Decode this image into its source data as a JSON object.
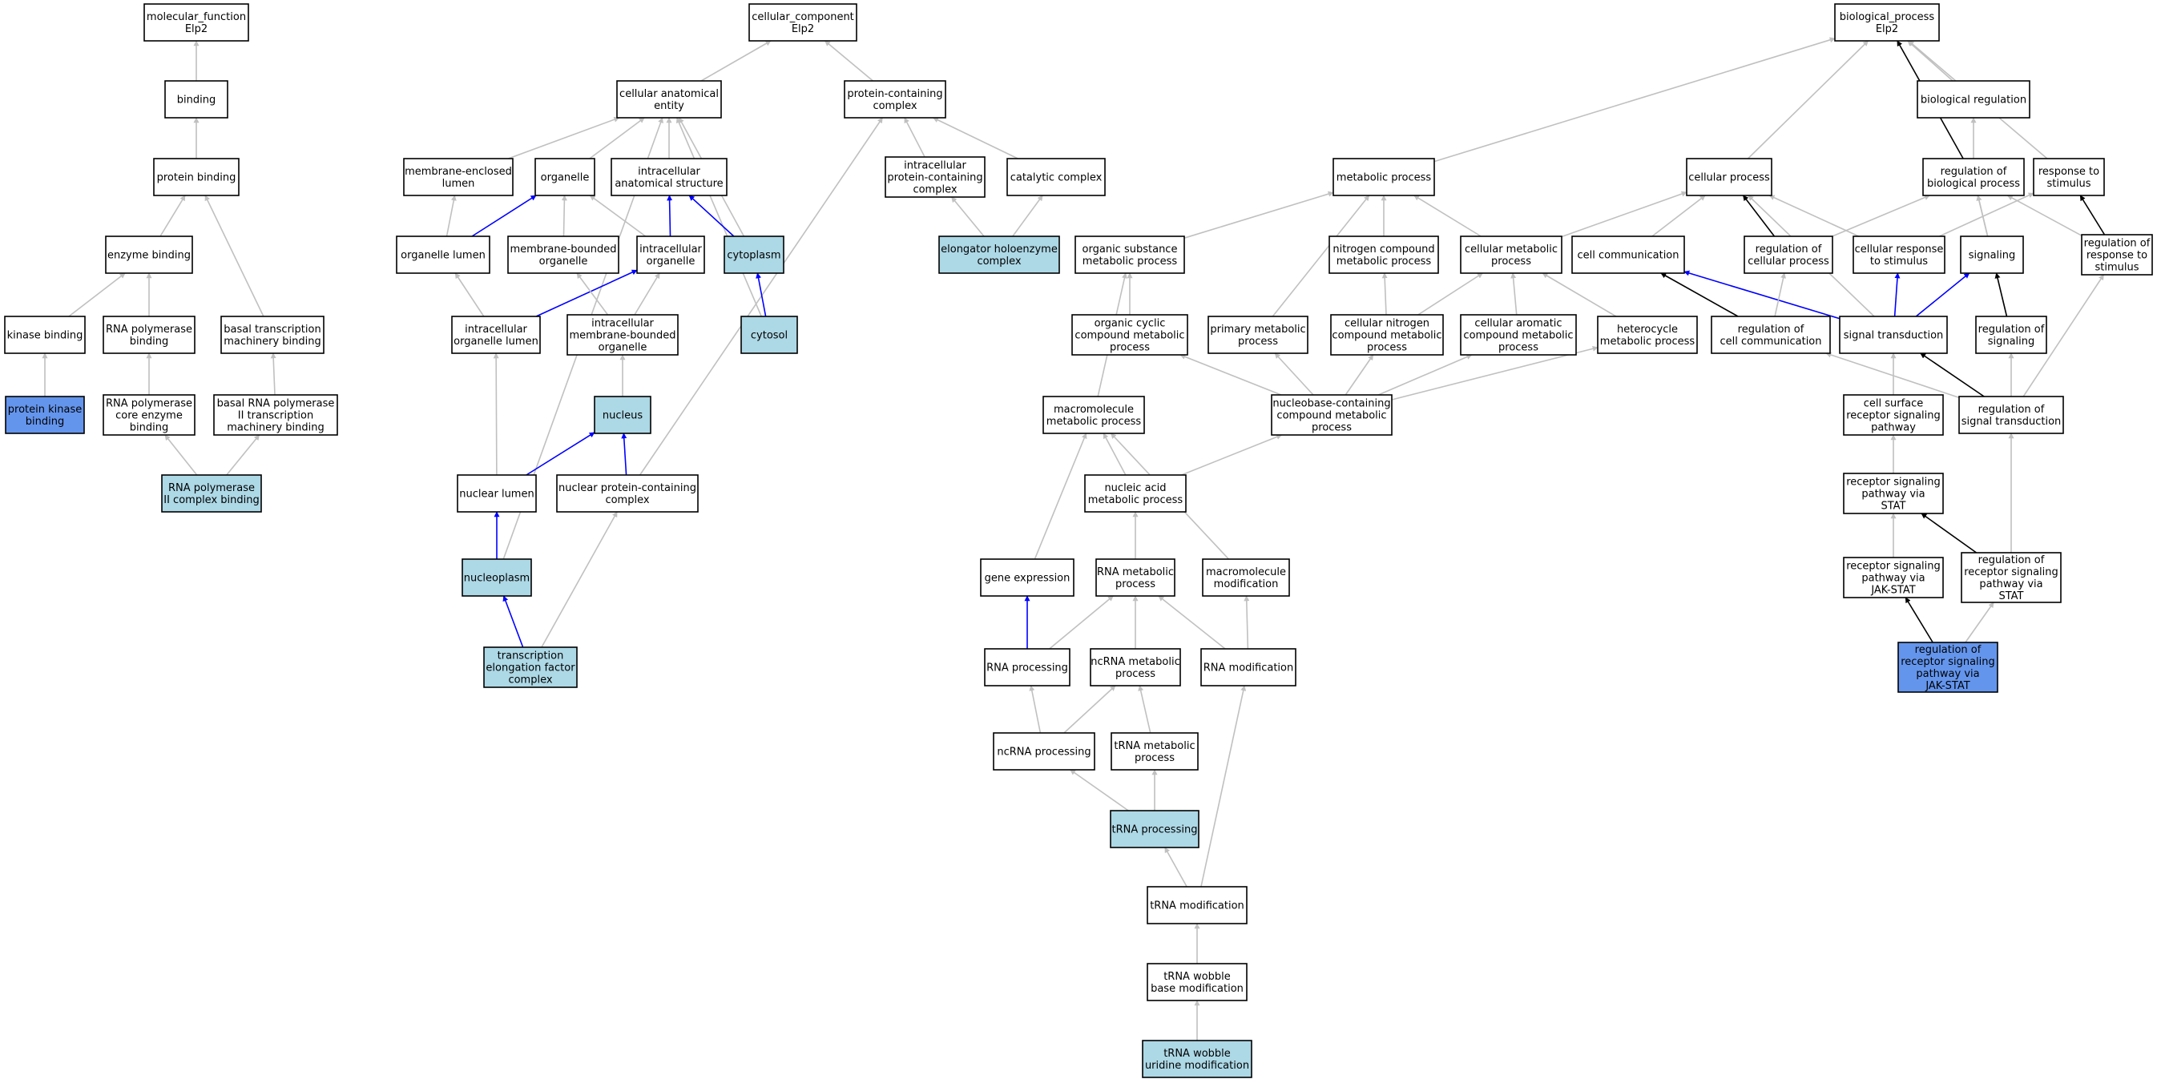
{
  "colors": {
    "default": "#ffffff",
    "annotated": "#add8e6",
    "primary": "#6495ed",
    "edge_is_a": "#c0c0c0",
    "edge_part_of": "#0000ff",
    "edge_regulates": "#000000"
  },
  "nodes": [
    {
      "id": "mf",
      "lines": [
        "molecular_function",
        "Elp2"
      ],
      "kind": "default"
    },
    {
      "id": "binding",
      "lines": [
        "binding"
      ],
      "kind": "default"
    },
    {
      "id": "protein_binding",
      "lines": [
        "protein binding"
      ],
      "kind": "default"
    },
    {
      "id": "enzyme_binding",
      "lines": [
        "enzyme binding"
      ],
      "kind": "default"
    },
    {
      "id": "kinase_binding",
      "lines": [
        "kinase binding"
      ],
      "kind": "default"
    },
    {
      "id": "rnapol_binding",
      "lines": [
        "RNA polymerase",
        "binding"
      ],
      "kind": "default"
    },
    {
      "id": "basal_tx",
      "lines": [
        "basal transcription",
        "machinery binding"
      ],
      "kind": "default"
    },
    {
      "id": "pk_binding",
      "lines": [
        "protein kinase",
        "binding"
      ],
      "kind": "primary"
    },
    {
      "id": "rnapol_core",
      "lines": [
        "RNA polymerase",
        "core enzyme",
        "binding"
      ],
      "kind": "default"
    },
    {
      "id": "basal_rnapol2",
      "lines": [
        "basal RNA polymerase",
        "II transcription",
        "machinery binding"
      ],
      "kind": "default"
    },
    {
      "id": "rnapol2_complex",
      "lines": [
        "RNA polymerase",
        "II complex binding"
      ],
      "kind": "annotated"
    },
    {
      "id": "cc",
      "lines": [
        "cellular_component",
        "Elp2"
      ],
      "kind": "default"
    },
    {
      "id": "cae",
      "lines": [
        "cellular anatomical",
        "entity"
      ],
      "kind": "default"
    },
    {
      "id": "pcc",
      "lines": [
        "protein-containing",
        "complex"
      ],
      "kind": "default"
    },
    {
      "id": "mel",
      "lines": [
        "membrane-enclosed",
        "lumen"
      ],
      "kind": "default"
    },
    {
      "id": "organelle",
      "lines": [
        "organelle"
      ],
      "kind": "default"
    },
    {
      "id": "ias",
      "lines": [
        "intracellular",
        "anatomical structure"
      ],
      "kind": "default"
    },
    {
      "id": "ipcc",
      "lines": [
        "intracellular",
        "protein-containing",
        "complex"
      ],
      "kind": "default"
    },
    {
      "id": "catalytic",
      "lines": [
        "catalytic complex"
      ],
      "kind": "default"
    },
    {
      "id": "org_lumen",
      "lines": [
        "organelle lumen"
      ],
      "kind": "default"
    },
    {
      "id": "mbo",
      "lines": [
        "membrane-bounded",
        "organelle"
      ],
      "kind": "default"
    },
    {
      "id": "intra_org",
      "lines": [
        "intracellular",
        "organelle"
      ],
      "kind": "default"
    },
    {
      "id": "cytoplasm",
      "lines": [
        "cytoplasm"
      ],
      "kind": "annotated"
    },
    {
      "id": "elongator",
      "lines": [
        "elongator holoenzyme",
        "complex"
      ],
      "kind": "annotated"
    },
    {
      "id": "iol",
      "lines": [
        "intracellular",
        "organelle lumen"
      ],
      "kind": "default"
    },
    {
      "id": "imbo",
      "lines": [
        "intracellular",
        "membrane-bounded",
        "organelle"
      ],
      "kind": "default"
    },
    {
      "id": "cytosol",
      "lines": [
        "cytosol"
      ],
      "kind": "annotated"
    },
    {
      "id": "nucleus",
      "lines": [
        "nucleus"
      ],
      "kind": "annotated"
    },
    {
      "id": "nuc_lumen",
      "lines": [
        "nuclear lumen"
      ],
      "kind": "default"
    },
    {
      "id": "npcc",
      "lines": [
        "nuclear protein-containing",
        "complex"
      ],
      "kind": "default"
    },
    {
      "id": "nucleoplasm",
      "lines": [
        "nucleoplasm"
      ],
      "kind": "annotated"
    },
    {
      "id": "tefc",
      "lines": [
        "transcription",
        "elongation factor",
        "complex"
      ],
      "kind": "annotated"
    },
    {
      "id": "bp",
      "lines": [
        "biological_process",
        "Elp2"
      ],
      "kind": "default"
    },
    {
      "id": "bio_reg",
      "lines": [
        "biological regulation"
      ],
      "kind": "default"
    },
    {
      "id": "metabolic",
      "lines": [
        "metabolic process"
      ],
      "kind": "default"
    },
    {
      "id": "cellular_proc",
      "lines": [
        "cellular process"
      ],
      "kind": "default"
    },
    {
      "id": "reg_bio",
      "lines": [
        "regulation of",
        "biological process"
      ],
      "kind": "default"
    },
    {
      "id": "resp_stim",
      "lines": [
        "response to",
        "stimulus"
      ],
      "kind": "default"
    },
    {
      "id": "osmp",
      "lines": [
        "organic substance",
        "metabolic process"
      ],
      "kind": "default"
    },
    {
      "id": "ncmp",
      "lines": [
        "nitrogen compound",
        "metabolic process"
      ],
      "kind": "default"
    },
    {
      "id": "cmp",
      "lines": [
        "cellular metabolic",
        "process"
      ],
      "kind": "default"
    },
    {
      "id": "cell_comm",
      "lines": [
        "cell communication"
      ],
      "kind": "default"
    },
    {
      "id": "reg_cell_proc",
      "lines": [
        "regulation of",
        "cellular process"
      ],
      "kind": "default"
    },
    {
      "id": "cell_resp",
      "lines": [
        "cellular response",
        "to stimulus"
      ],
      "kind": "default"
    },
    {
      "id": "signaling",
      "lines": [
        "signaling"
      ],
      "kind": "default"
    },
    {
      "id": "reg_resp",
      "lines": [
        "regulation of",
        "response to",
        "stimulus"
      ],
      "kind": "default"
    },
    {
      "id": "occmp",
      "lines": [
        "organic cyclic",
        "compound metabolic",
        "process"
      ],
      "kind": "default"
    },
    {
      "id": "pmp",
      "lines": [
        "primary metabolic",
        "process"
      ],
      "kind": "default"
    },
    {
      "id": "cncmp",
      "lines": [
        "cellular nitrogen",
        "compound metabolic",
        "process"
      ],
      "kind": "default"
    },
    {
      "id": "cacmp",
      "lines": [
        "cellular aromatic",
        "compound metabolic",
        "process"
      ],
      "kind": "default"
    },
    {
      "id": "hmp",
      "lines": [
        "heterocycle",
        "metabolic process"
      ],
      "kind": "default"
    },
    {
      "id": "reg_cc",
      "lines": [
        "regulation of",
        "cell communication"
      ],
      "kind": "default"
    },
    {
      "id": "sig_trans",
      "lines": [
        "signal transduction"
      ],
      "kind": "default"
    },
    {
      "id": "reg_sig",
      "lines": [
        "regulation of",
        "signaling"
      ],
      "kind": "default"
    },
    {
      "id": "mmp",
      "lines": [
        "macromolecule",
        "metabolic process"
      ],
      "kind": "default"
    },
    {
      "id": "nbcmp",
      "lines": [
        "nucleobase-containing",
        "compound metabolic",
        "process"
      ],
      "kind": "default"
    },
    {
      "id": "csrsp",
      "lines": [
        "cell surface",
        "receptor signaling",
        "pathway"
      ],
      "kind": "default"
    },
    {
      "id": "reg_st",
      "lines": [
        "regulation of",
        "signal transduction"
      ],
      "kind": "default"
    },
    {
      "id": "namp",
      "lines": [
        "nucleic acid",
        "metabolic process"
      ],
      "kind": "default"
    },
    {
      "id": "rsp_stat",
      "lines": [
        "receptor signaling",
        "pathway via",
        "STAT"
      ],
      "kind": "default"
    },
    {
      "id": "gene_exp",
      "lines": [
        "gene expression"
      ],
      "kind": "default"
    },
    {
      "id": "rna_mp",
      "lines": [
        "RNA metabolic",
        "process"
      ],
      "kind": "default"
    },
    {
      "id": "mm_mod",
      "lines": [
        "macromolecule",
        "modification"
      ],
      "kind": "default"
    },
    {
      "id": "rsp_jak",
      "lines": [
        "receptor signaling",
        "pathway via",
        "JAK-STAT"
      ],
      "kind": "default"
    },
    {
      "id": "reg_rsp_stat",
      "lines": [
        "regulation of",
        "receptor signaling",
        "pathway via",
        "STAT"
      ],
      "kind": "default"
    },
    {
      "id": "rna_proc",
      "lines": [
        "RNA processing"
      ],
      "kind": "default"
    },
    {
      "id": "ncrna_mp",
      "lines": [
        "ncRNA metabolic",
        "process"
      ],
      "kind": "default"
    },
    {
      "id": "rna_mod",
      "lines": [
        "RNA modification"
      ],
      "kind": "default"
    },
    {
      "id": "reg_rsp_jak",
      "lines": [
        "regulation of",
        "receptor signaling",
        "pathway via",
        "JAK-STAT"
      ],
      "kind": "primary"
    },
    {
      "id": "ncrna_proc",
      "lines": [
        "ncRNA processing"
      ],
      "kind": "default"
    },
    {
      "id": "trna_mp",
      "lines": [
        "tRNA metabolic",
        "process"
      ],
      "kind": "default"
    },
    {
      "id": "trna_proc",
      "lines": [
        "tRNA processing"
      ],
      "kind": "annotated"
    },
    {
      "id": "trna_mod",
      "lines": [
        "tRNA modification"
      ],
      "kind": "default"
    },
    {
      "id": "trna_wbm",
      "lines": [
        "tRNA wobble",
        "base modification"
      ],
      "kind": "default"
    },
    {
      "id": "trna_wum",
      "lines": [
        "tRNA wobble",
        "uridine modification"
      ],
      "kind": "annotated"
    }
  ],
  "edges": [
    {
      "from": "binding",
      "to": "mf",
      "type": "is_a"
    },
    {
      "from": "protein_binding",
      "to": "binding",
      "type": "is_a"
    },
    {
      "from": "enzyme_binding",
      "to": "protein_binding",
      "type": "is_a"
    },
    {
      "from": "basal_tx",
      "to": "protein_binding",
      "type": "is_a"
    },
    {
      "from": "kinase_binding",
      "to": "enzyme_binding",
      "type": "is_a"
    },
    {
      "from": "rnapol_binding",
      "to": "enzyme_binding",
      "type": "is_a"
    },
    {
      "from": "pk_binding",
      "to": "kinase_binding",
      "type": "is_a"
    },
    {
      "from": "rnapol_core",
      "to": "rnapol_binding",
      "type": "is_a"
    },
    {
      "from": "basal_rnapol2",
      "to": "basal_tx",
      "type": "is_a"
    },
    {
      "from": "rnapol2_complex",
      "to": "rnapol_core",
      "type": "is_a"
    },
    {
      "from": "rnapol2_complex",
      "to": "basal_rnapol2",
      "type": "is_a"
    },
    {
      "from": "cae",
      "to": "cc",
      "type": "is_a"
    },
    {
      "from": "pcc",
      "to": "cc",
      "type": "is_a"
    },
    {
      "from": "mel",
      "to": "cae",
      "type": "is_a"
    },
    {
      "from": "organelle",
      "to": "cae",
      "type": "is_a"
    },
    {
      "from": "ias",
      "to": "cae",
      "type": "is_a"
    },
    {
      "from": "cytoplasm",
      "to": "cae",
      "type": "is_a"
    },
    {
      "from": "cytosol",
      "to": "cae",
      "type": "is_a"
    },
    {
      "from": "nucleoplasm",
      "to": "cae",
      "type": "is_a"
    },
    {
      "from": "ipcc",
      "to": "pcc",
      "type": "is_a"
    },
    {
      "from": "catalytic",
      "to": "pcc",
      "type": "is_a"
    },
    {
      "from": "npcc",
      "to": "pcc",
      "type": "is_a"
    },
    {
      "from": "elongator",
      "to": "ipcc",
      "type": "is_a"
    },
    {
      "from": "elongator",
      "to": "catalytic",
      "type": "is_a"
    },
    {
      "from": "org_lumen",
      "to": "mel",
      "type": "is_a"
    },
    {
      "from": "org_lumen",
      "to": "organelle",
      "type": "part_of"
    },
    {
      "from": "mbo",
      "to": "organelle",
      "type": "is_a"
    },
    {
      "from": "intra_org",
      "to": "organelle",
      "type": "is_a"
    },
    {
      "from": "intra_org",
      "to": "ias",
      "type": "part_of"
    },
    {
      "from": "cytoplasm",
      "to": "ias",
      "type": "part_of"
    },
    {
      "from": "cytosol",
      "to": "cytoplasm",
      "type": "part_of"
    },
    {
      "from": "iol",
      "to": "org_lumen",
      "type": "is_a"
    },
    {
      "from": "iol",
      "to": "intra_org",
      "type": "part_of"
    },
    {
      "from": "imbo",
      "to": "mbo",
      "type": "is_a"
    },
    {
      "from": "imbo",
      "to": "intra_org",
      "type": "is_a"
    },
    {
      "from": "nucleus",
      "to": "imbo",
      "type": "is_a"
    },
    {
      "from": "nuc_lumen",
      "to": "iol",
      "type": "is_a"
    },
    {
      "from": "nuc_lumen",
      "to": "nucleus",
      "type": "part_of"
    },
    {
      "from": "npcc",
      "to": "nucleus",
      "type": "part_of"
    },
    {
      "from": "nucleoplasm",
      "to": "nuc_lumen",
      "type": "part_of"
    },
    {
      "from": "tefc",
      "to": "nucleoplasm",
      "type": "part_of"
    },
    {
      "from": "tefc",
      "to": "npcc",
      "type": "is_a"
    },
    {
      "from": "metabolic",
      "to": "bp",
      "type": "is_a"
    },
    {
      "from": "cellular_proc",
      "to": "bp",
      "type": "is_a"
    },
    {
      "from": "bio_reg",
      "to": "bp",
      "type": "is_a"
    },
    {
      "from": "reg_bio",
      "to": "bp",
      "type": "regulates"
    },
    {
      "from": "resp_stim",
      "to": "bp",
      "type": "is_a"
    },
    {
      "from": "reg_bio",
      "to": "bio_reg",
      "type": "is_a"
    },
    {
      "from": "osmp",
      "to": "metabolic",
      "type": "is_a"
    },
    {
      "from": "ncmp",
      "to": "metabolic",
      "type": "is_a"
    },
    {
      "from": "cmp",
      "to": "metabolic",
      "type": "is_a"
    },
    {
      "from": "pmp",
      "to": "metabolic",
      "type": "is_a"
    },
    {
      "from": "cmp",
      "to": "cellular_proc",
      "type": "is_a"
    },
    {
      "from": "cell_comm",
      "to": "cellular_proc",
      "type": "is_a"
    },
    {
      "from": "reg_cell_proc",
      "to": "cellular_proc",
      "type": "regulates"
    },
    {
      "from": "cell_resp",
      "to": "cellular_proc",
      "type": "is_a"
    },
    {
      "from": "sig_trans",
      "to": "cellular_proc",
      "type": "is_a"
    },
    {
      "from": "reg_cell_proc",
      "to": "reg_bio",
      "type": "is_a"
    },
    {
      "from": "signaling",
      "to": "reg_bio",
      "type": "is_a"
    },
    {
      "from": "reg_sig",
      "to": "reg_bio",
      "type": "is_a"
    },
    {
      "from": "reg_resp",
      "to": "reg_bio",
      "type": "is_a"
    },
    {
      "from": "cell_resp",
      "to": "resp_stim",
      "type": "is_a"
    },
    {
      "from": "reg_resp",
      "to": "resp_stim",
      "type": "regulates"
    },
    {
      "from": "occmp",
      "to": "osmp",
      "type": "is_a"
    },
    {
      "from": "mmp",
      "to": "osmp",
      "type": "is_a"
    },
    {
      "from": "cncmp",
      "to": "ncmp",
      "type": "is_a"
    },
    {
      "from": "cncmp",
      "to": "cmp",
      "type": "is_a"
    },
    {
      "from": "cacmp",
      "to": "cmp",
      "type": "is_a"
    },
    {
      "from": "hmp",
      "to": "cmp",
      "type": "is_a"
    },
    {
      "from": "reg_cc",
      "to": "cell_comm",
      "type": "regulates"
    },
    {
      "from": "sig_trans",
      "to": "cell_comm",
      "type": "part_of"
    },
    {
      "from": "reg_cc",
      "to": "reg_cell_proc",
      "type": "is_a"
    },
    {
      "from": "sig_trans",
      "to": "cell_resp",
      "type": "part_of"
    },
    {
      "from": "sig_trans",
      "to": "signaling",
      "type": "part_of"
    },
    {
      "from": "reg_sig",
      "to": "signaling",
      "type": "regulates"
    },
    {
      "from": "reg_st",
      "to": "reg_resp",
      "type": "is_a"
    },
    {
      "from": "nbcmp",
      "to": "occmp",
      "type": "is_a"
    },
    {
      "from": "nbcmp",
      "to": "pmp",
      "type": "is_a"
    },
    {
      "from": "nbcmp",
      "to": "cncmp",
      "type": "is_a"
    },
    {
      "from": "nbcmp",
      "to": "cacmp",
      "type": "is_a"
    },
    {
      "from": "nbcmp",
      "to": "hmp",
      "type": "is_a"
    },
    {
      "from": "reg_st",
      "to": "reg_cc",
      "type": "is_a"
    },
    {
      "from": "csrsp",
      "to": "sig_trans",
      "type": "is_a"
    },
    {
      "from": "reg_st",
      "to": "sig_trans",
      "type": "regulates"
    },
    {
      "from": "reg_st",
      "to": "reg_sig",
      "type": "is_a"
    },
    {
      "from": "namp",
      "to": "mmp",
      "type": "is_a"
    },
    {
      "from": "namp",
      "to": "nbcmp",
      "type": "is_a"
    },
    {
      "from": "gene_exp",
      "to": "mmp",
      "type": "is_a"
    },
    {
      "from": "mm_mod",
      "to": "mmp",
      "type": "is_a"
    },
    {
      "from": "rsp_stat",
      "to": "csrsp",
      "type": "is_a"
    },
    {
      "from": "reg_rsp_stat",
      "to": "reg_st",
      "type": "is_a"
    },
    {
      "from": "rna_mp",
      "to": "namp",
      "type": "is_a"
    },
    {
      "from": "rsp_jak",
      "to": "rsp_stat",
      "type": "is_a"
    },
    {
      "from": "reg_rsp_stat",
      "to": "rsp_stat",
      "type": "regulates"
    },
    {
      "from": "rna_proc",
      "to": "gene_exp",
      "type": "part_of"
    },
    {
      "from": "rna_proc",
      "to": "rna_mp",
      "type": "is_a"
    },
    {
      "from": "ncrna_mp",
      "to": "rna_mp",
      "type": "is_a"
    },
    {
      "from": "rna_mod",
      "to": "rna_mp",
      "type": "is_a"
    },
    {
      "from": "rna_mod",
      "to": "mm_mod",
      "type": "is_a"
    },
    {
      "from": "reg_rsp_jak",
      "to": "rsp_jak",
      "type": "regulates"
    },
    {
      "from": "reg_rsp_jak",
      "to": "reg_rsp_stat",
      "type": "is_a"
    },
    {
      "from": "ncrna_proc",
      "to": "rna_proc",
      "type": "is_a"
    },
    {
      "from": "ncrna_proc",
      "to": "ncrna_mp",
      "type": "is_a"
    },
    {
      "from": "trna_mp",
      "to": "ncrna_mp",
      "type": "is_a"
    },
    {
      "from": "trna_proc",
      "to": "ncrna_proc",
      "type": "is_a"
    },
    {
      "from": "trna_proc",
      "to": "trna_mp",
      "type": "is_a"
    },
    {
      "from": "trna_mod",
      "to": "trna_proc",
      "type": "is_a"
    },
    {
      "from": "trna_mod",
      "to": "rna_mod",
      "type": "is_a"
    },
    {
      "from": "trna_wbm",
      "to": "trna_mod",
      "type": "is_a"
    },
    {
      "from": "trna_wum",
      "to": "trna_wbm",
      "type": "is_a"
    }
  ]
}
